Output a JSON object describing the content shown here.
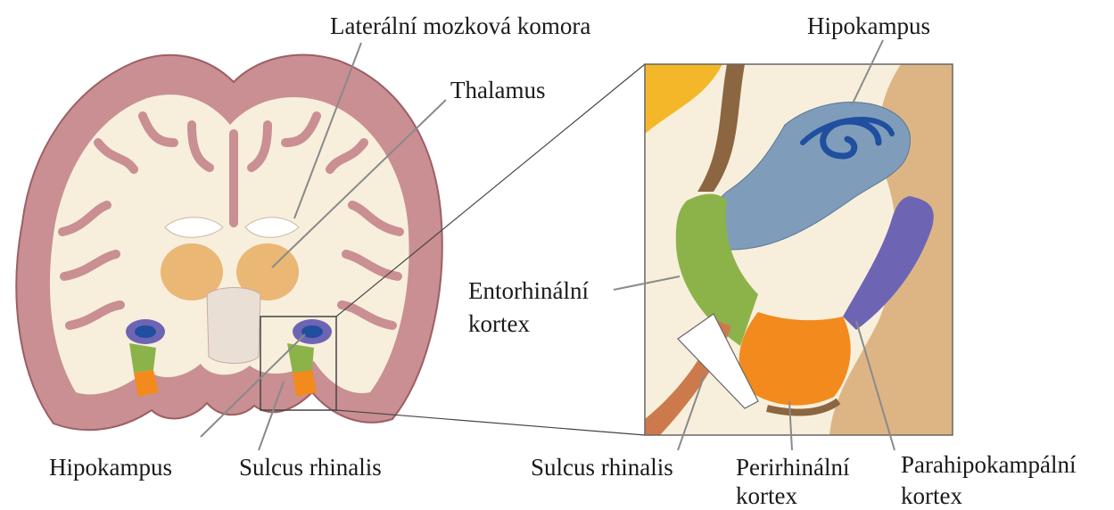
{
  "labels": {
    "lateral_ventricle": "Laterální mozková komora",
    "hippocampus_top": "Hipokampus",
    "thalamus": "Thalamus",
    "entorhinal_1": "Entorhinální",
    "entorhinal_2": "kortex",
    "hippocampus_bottom": "Hipokampus",
    "rhinal_sulcus_left": "Sulcus rhinalis",
    "rhinal_sulcus_right": "Sulcus rhinalis",
    "perirhinal_1": "Perirhinální",
    "perirhinal_2": "kortex",
    "parahippocampal_1": "Parahipokampální",
    "parahippocampal_2": "kortex"
  },
  "colors": {
    "cortex": "#c98f92",
    "white_matter": "#f7efdc",
    "hippocampus": "#7f9dbb",
    "hippocampus_core": "#1f4f9e",
    "entorhinal": "#8cb34a",
    "perirhinal": "#f28a1d",
    "parahippocampal": "#6d64b4",
    "thalamus": "#e7ad63",
    "sulcus": "#cc7a4c",
    "tan_matter": "#ddb584",
    "yellow": "#f4b729",
    "brown": "#8c6541"
  }
}
